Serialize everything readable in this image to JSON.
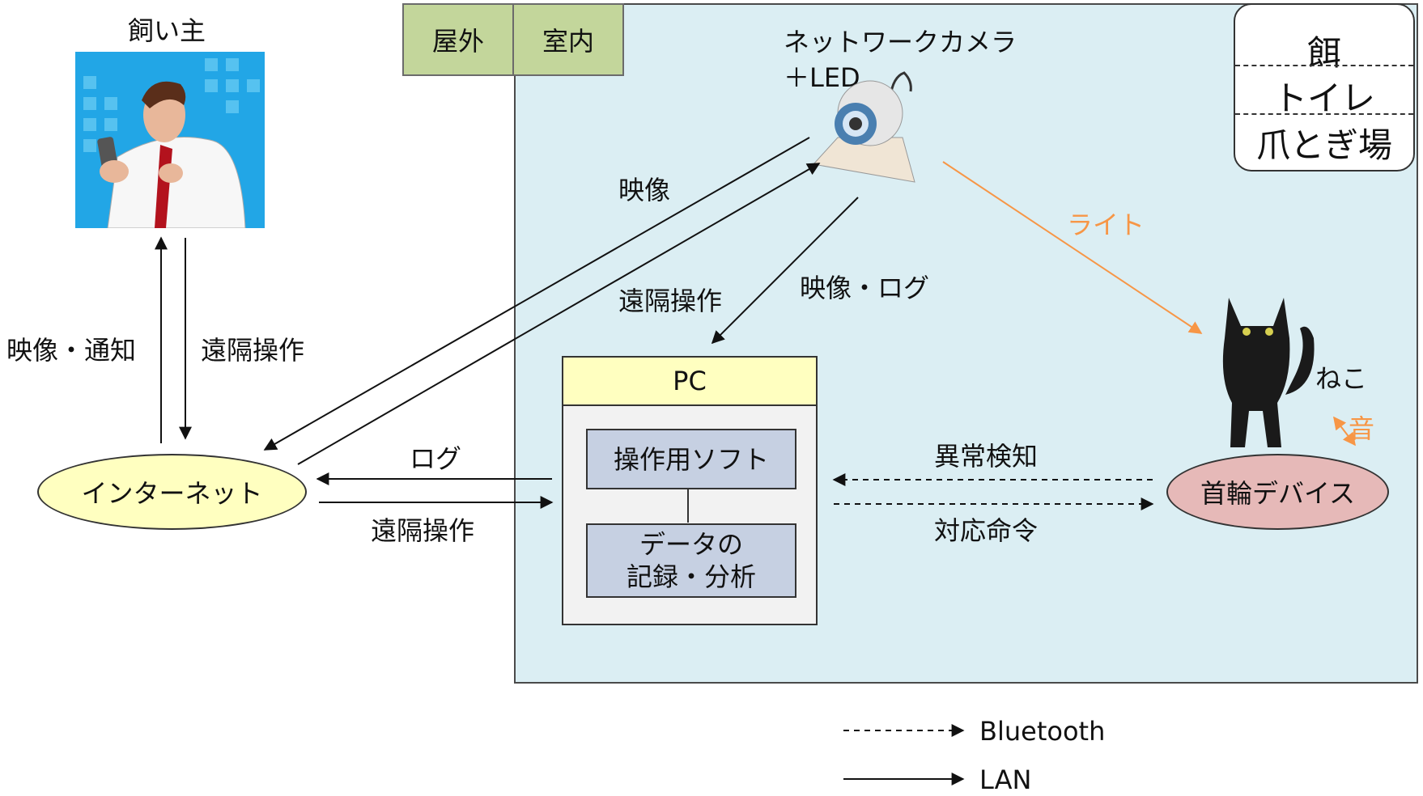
{
  "owner": {
    "label": "飼い主"
  },
  "tabs": {
    "outdoor": "屋外",
    "indoor": "室内"
  },
  "camera": {
    "label_line1": "ネットワークカメラ",
    "label_line2": "＋LED"
  },
  "facilities": [
    "餌",
    "トイレ",
    "爪とぎ場"
  ],
  "internet": {
    "label": "インターネット"
  },
  "pc": {
    "title": "PC",
    "software": "操作用ソフト",
    "data_line1": "データの",
    "data_line2": "記録・分析"
  },
  "collar": {
    "label": "首輪デバイス"
  },
  "cat": {
    "label": "ねこ",
    "sound": "音"
  },
  "edges": {
    "owner_down": "映像・通知",
    "owner_up": "遠隔操作",
    "camera_to_internet": "映像",
    "internet_to_camera": "遠隔操作",
    "camera_to_pc": "映像・ログ",
    "light": "ライト",
    "pc_to_internet": "ログ",
    "internet_to_pc": "遠隔操作",
    "collar_to_pc": "異常検知",
    "pc_to_collar": "対応命令"
  },
  "legend": {
    "bluetooth": "Bluetooth",
    "lan": "LAN"
  },
  "colors": {
    "indoor_bg": "#dbeef3",
    "tab": "#c3d69b",
    "orange": "#f79646",
    "internet": "#ffffc0",
    "collar": "#e6b9b8",
    "pc_sub": "#c6d0e2"
  }
}
